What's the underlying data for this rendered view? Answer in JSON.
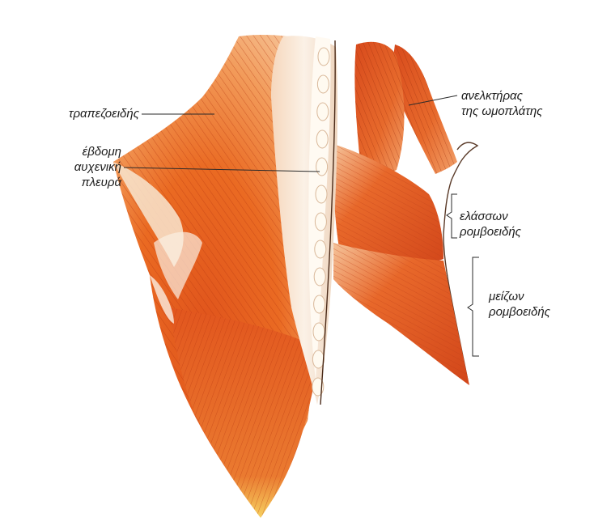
{
  "labels": {
    "trapezius": "τραπεζοειδής",
    "c7_line1": "έβδομη",
    "c7_line2": "αυχενική",
    "c7_line3": "πλευρά",
    "levator_line1": "ανελκτήρας",
    "levator_line2": "της ωμοπλάτης",
    "rh_minor_line1": "ελάσσων",
    "rh_minor_line2": "ρομβοειδής",
    "rh_major_line1": "μείζων",
    "rh_major_line2": "ρομβοειδής"
  }
}
